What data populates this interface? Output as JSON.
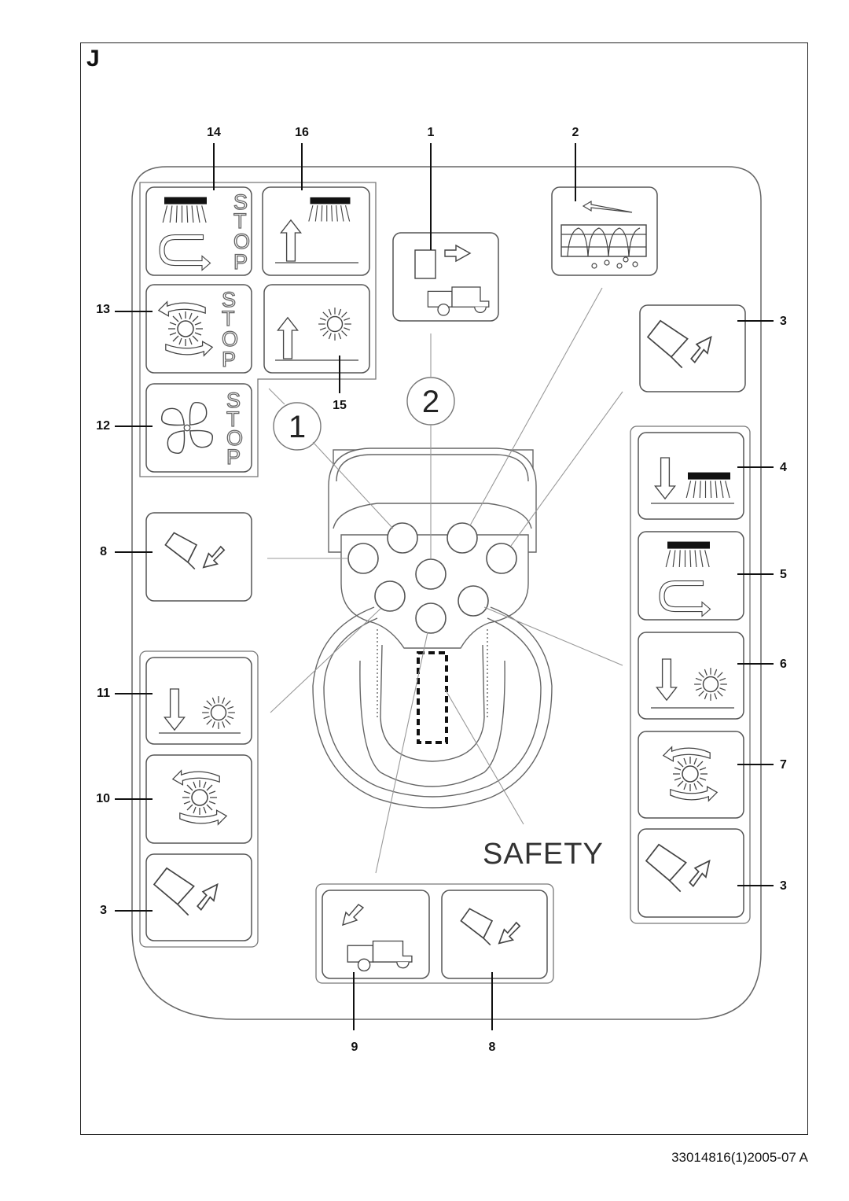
{
  "page": {
    "section_letter": "J",
    "document_code": "33014816(1)2005-07 A"
  },
  "panel": {
    "safety_label": "SAFETY",
    "stop_word": [
      "S",
      "T",
      "O",
      "P"
    ],
    "group_markers": [
      "1",
      "2"
    ]
  },
  "callouts": {
    "c14": "14",
    "c16": "16",
    "c1": "1",
    "c2": "2",
    "c13": "13",
    "c15": "15",
    "c12": "12",
    "c3a": "3",
    "c4": "4",
    "c5": "5",
    "c6": "6",
    "c7": "7",
    "c3b": "3",
    "c8a": "8",
    "c11": "11",
    "c10": "10",
    "c3c": "3",
    "c9": "9",
    "c8b": "8"
  }
}
